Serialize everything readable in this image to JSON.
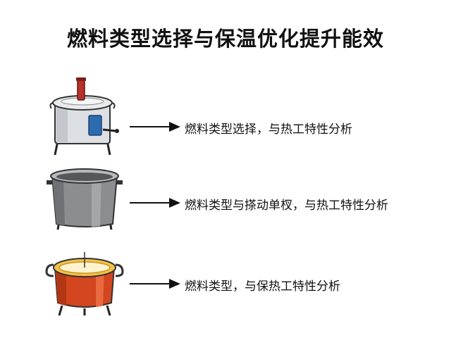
{
  "title": "燃料类型选择与保温优化提升能效",
  "rows": [
    {
      "caption": "燃料类型选择，与热工特性分析",
      "icon": "stove-pot-with-chimney-icon"
    },
    {
      "caption": "燃料类型与搽动单杈，与热工特性分析",
      "icon": "steel-bucket-pot-icon"
    },
    {
      "caption": "燃料类型，与保热工特性分析",
      "icon": "insulated-red-pot-icon"
    }
  ],
  "colors": {
    "pot1_body": "#dcdfe3",
    "pot1_window": "#2b6cb0",
    "pot1_chimney": "#b8322a",
    "pot2_body": "#8b8d90",
    "pot3_rim": "#f2c24a",
    "pot3_body": "#d4461f",
    "arrow": "#111111"
  }
}
